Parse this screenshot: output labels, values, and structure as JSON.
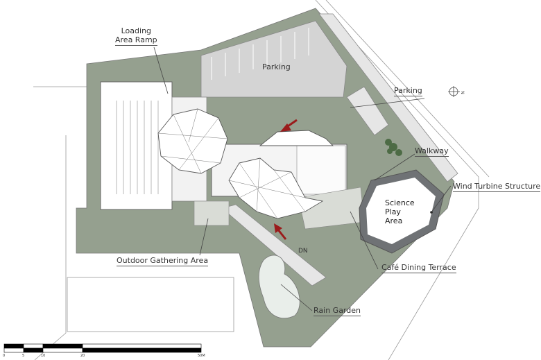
{
  "labels": {
    "loading_ramp_line1": "Loading",
    "loading_ramp_line2": "Area Ramp",
    "parking_main": "Parking",
    "parking_side": "Parking",
    "walkway": "Walkway",
    "wind_turbine": "Wind Turbine Structure",
    "science_line1": "Science",
    "science_line2": "Play",
    "science_line3": "Area",
    "outdoor_gathering": "Outdoor Gathering Area",
    "cafe_terrace": "Café Dining Terrace",
    "rain_garden": "Rain Garden",
    "dn": "DN"
  },
  "north_arrow": {
    "letter": "N"
  },
  "scale_bar": {
    "ticks": [
      "0",
      "5",
      "10",
      "20",
      "50M"
    ]
  },
  "colors": {
    "landscape": "#95a08f",
    "arrow": "#9a1b1b",
    "parking": "#d4d4d4",
    "play_area": "#6f7275"
  }
}
